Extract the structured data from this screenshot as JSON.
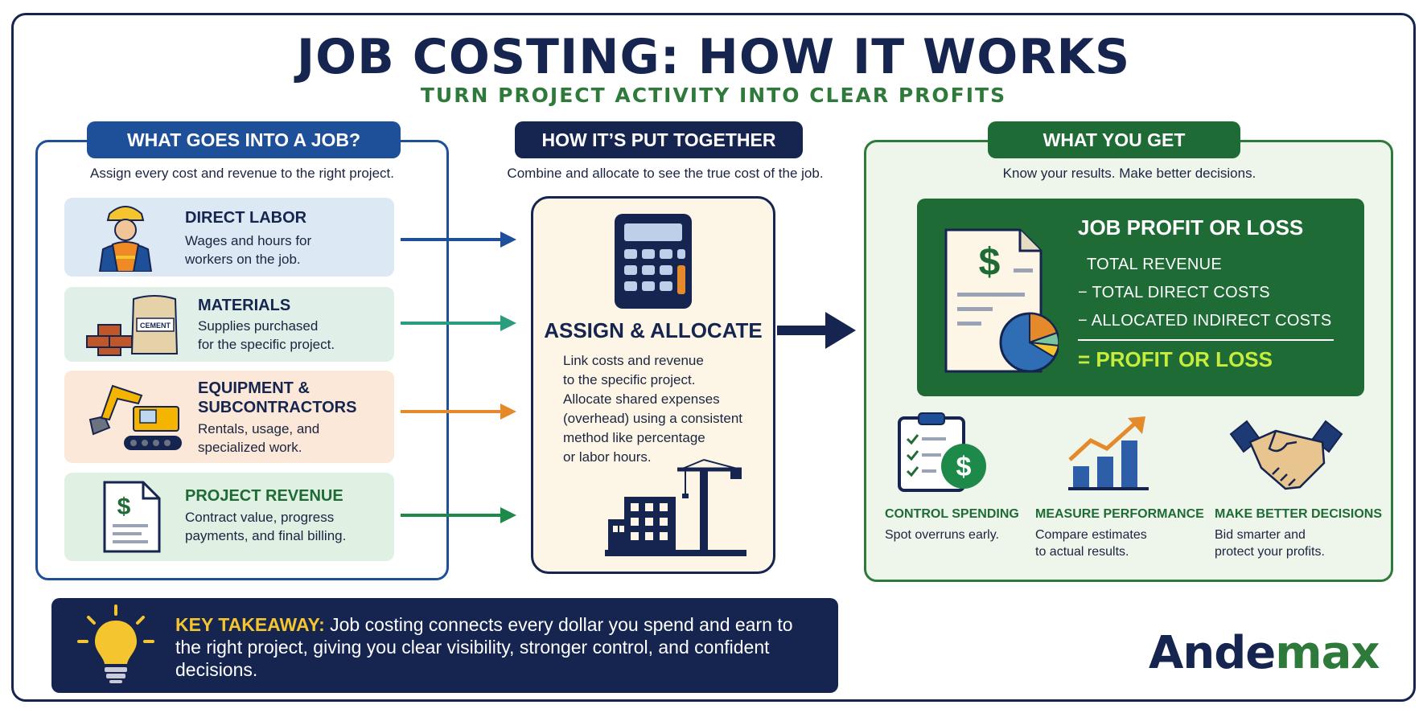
{
  "header": {
    "title": "JOB COSTING: HOW IT WORKS",
    "subtitle": "TURN PROJECT ACTIVITY INTO CLEAR PROFITS"
  },
  "left_panel": {
    "heading": "WHAT GOES INTO A JOB?",
    "caption": "Assign every cost and revenue to the right project.",
    "cards": [
      {
        "title": "DIRECT LABOR",
        "desc_1": "Wages and hours for",
        "desc_2": "workers on the job."
      },
      {
        "title": "MATERIALS",
        "desc_1": "Supplies purchased",
        "desc_2": "for the specific project.",
        "bag_label": "CEMENT"
      },
      {
        "title_1": "EQUIPMENT &",
        "title_2": "SUBCONTRACTORS",
        "desc_1": "Rentals, usage, and",
        "desc_2": "specialized work."
      },
      {
        "title": "PROJECT REVENUE",
        "desc_1": "Contract value, progress",
        "desc_2": "payments, and final billing."
      }
    ]
  },
  "middle_panel": {
    "heading": "HOW IT’S PUT TOGETHER",
    "caption": "Combine and allocate to see the true cost of the job.",
    "box_title": "ASSIGN & ALLOCATE",
    "box_lines": [
      "Link costs and revenue",
      "to the specific project.",
      "Allocate shared expenses",
      "(overhead) using a consistent",
      "method like percentage",
      "or labor hours."
    ]
  },
  "right_panel": {
    "heading": "WHAT YOU GET",
    "caption": "Know your results. Make better decisions.",
    "profit": {
      "title": "JOB PROFIT OR LOSS",
      "line_1": "TOTAL REVENUE",
      "line_2": "−  TOTAL DIRECT COSTS",
      "line_3": "−  ALLOCATED INDIRECT COSTS",
      "result": "= PROFIT OR LOSS"
    },
    "benefits": [
      {
        "title": "CONTROL SPENDING",
        "desc_1": "Spot overruns early.",
        "desc_2": ""
      },
      {
        "title": "MEASURE PERFORMANCE",
        "desc_1": "Compare estimates",
        "desc_2": "to actual results."
      },
      {
        "title": "MAKE BETTER DECISIONS",
        "desc_1": "Bid smarter and",
        "desc_2": "protect your profits."
      }
    ]
  },
  "takeaway": {
    "label": "KEY TAKEAWAY:",
    "text": "Job costing connects every dollar you spend and earn to the right project, giving you clear visibility, stronger control, and confident decisions."
  },
  "brand": {
    "logo_part_1": "Ande",
    "logo_part_2": "max"
  },
  "colors": {
    "navy": "#15254f",
    "blue": "#1e4f99",
    "green": "#1e6b35",
    "accent_green": "#2e7a3a",
    "lime": "#c6ec3e",
    "teal_arrow": "#2a9d7f",
    "orange_arrow": "#e58a2b",
    "gold": "#f4c52f"
  },
  "icons": [
    "worker-icon",
    "cement-bricks-icon",
    "excavator-icon",
    "invoice-dollar-icon",
    "calculator-icon",
    "building-crane-icon",
    "report-pie-icon",
    "clipboard-dollar-icon",
    "growth-chart-icon",
    "handshake-icon",
    "lightbulb-icon"
  ]
}
